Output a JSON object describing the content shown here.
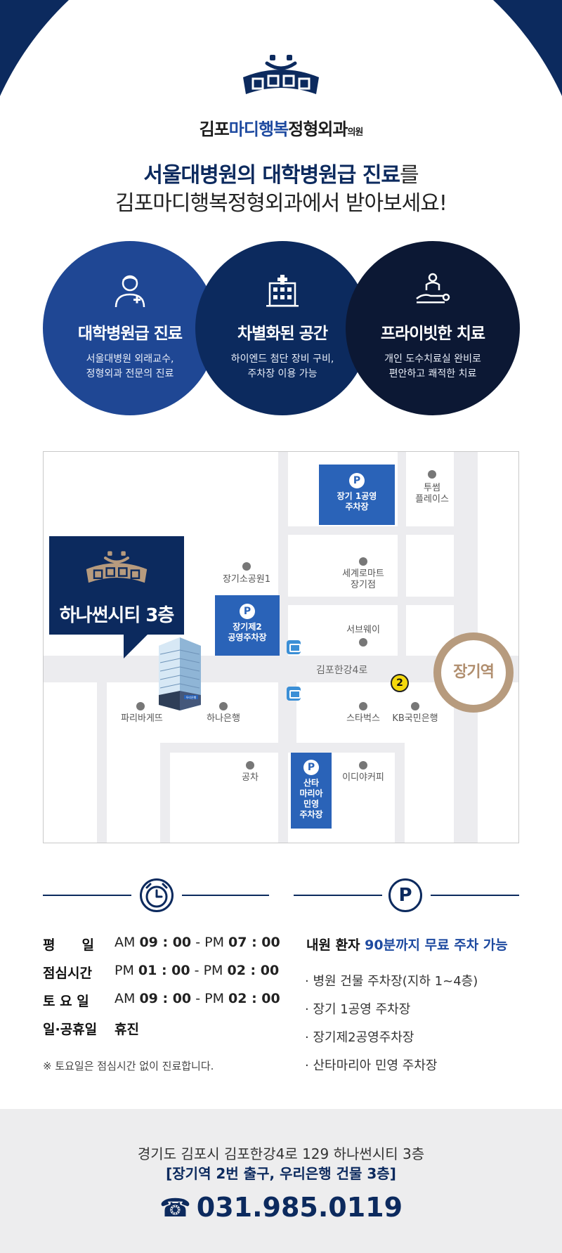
{
  "header": {
    "brand_prefix": "김포",
    "brand_highlight": "마디행복",
    "brand_mid": "정형외과",
    "brand_suffix": "의원",
    "headline_bold": "서울대병원의 대학병원급 진료",
    "headline_plain": "를",
    "headline2": "김포마디행복정형외과에서 받아보세요!"
  },
  "features": [
    {
      "icon": "doctor-icon",
      "title": "대학병원급 진료",
      "desc1": "서울대병원 외래교수,",
      "desc2": "정형외과 전문의 진료"
    },
    {
      "icon": "hospital-building-icon",
      "title": "차별화된 공간",
      "desc1": "하이엔드 첨단 장비 구비,",
      "desc2": "주차장 이용 가능"
    },
    {
      "icon": "massage-treatment-icon",
      "title": "프라이빗한 치료",
      "desc1": "개인 도수치료실 완비로",
      "desc2": "편안하고 쾌적한 치료"
    }
  ],
  "map": {
    "callout": "하나썬시티 3층",
    "parking1": "장기 1공영 주차장",
    "parking1_l1": "장기 1공영",
    "parking1_l2": "주차장",
    "parking2_l1": "장기제2",
    "parking2_l2": "공영주차장",
    "parking3_l1": "산타",
    "parking3_l2": "마리아",
    "parking3_l3": "민영",
    "parking3_l4": "주차장",
    "parking_symbol": "P",
    "tousome_l1": "투썸",
    "tousome_l2": "플레이스",
    "park_small": "장기소공원1",
    "emart_l1": "세계로마트",
    "emart_l2": "장기점",
    "subway": "서브웨이",
    "road": "김포한강4로",
    "exit": "2",
    "station": "장기역",
    "paris": "파리바게뜨",
    "hana": "하나은행",
    "starbucks": "스타벅스",
    "kb": "KB국민은행",
    "gongcha": "공차",
    "ediya": "이디야커피",
    "bank_sign": "우리은행"
  },
  "hours": {
    "rows": [
      {
        "label": "평　　일",
        "ampm1": "AM",
        "t1": "09 : 00",
        "ampm2": "PM",
        "t2": "07 : 00"
      },
      {
        "label": "점심시간",
        "ampm1": "PM",
        "t1": "01 : 00",
        "ampm2": "PM",
        "t2": "02 : 00"
      },
      {
        "label": "토 요 일",
        "ampm1": "AM",
        "t1": "09 : 00",
        "ampm2": "PM",
        "t2": "02 : 00"
      }
    ],
    "dash": "-",
    "holiday_label": "일·공휴일",
    "holiday_value": "휴진",
    "note": "※ 토요일은 점심시간 없이 진료합니다."
  },
  "parking": {
    "title_pre": "내원 환자 ",
    "title_hl": "90분까지 무료 주차 가능",
    "items": [
      "· 병원 건물 주차장(지하 1~4층)",
      "· 장기 1공영 주차장",
      "· 장기제2공영주차장",
      "· 산타마리아 민영 주차장"
    ]
  },
  "footer": {
    "address": "경기도 김포시 김포한강4로 129 하나썬시티 3층",
    "directions": "[장기역 2번 출구, 우리은행 건물 3층]",
    "phone_icon": "☎",
    "phone": "031.985.0119"
  },
  "colors": {
    "navy": "#0c2a5e",
    "blue": "#1f4794",
    "dark": "#0c1834",
    "parking_blue": "#2a63b8",
    "station_tan": "#b79b7e"
  }
}
